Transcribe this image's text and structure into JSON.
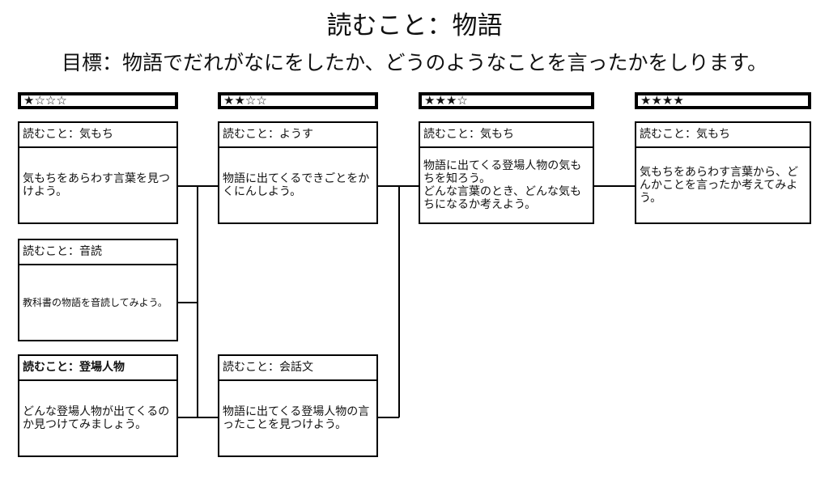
{
  "title": "読むこと：物語",
  "subtitle": "目標：物語でだれがなにをしたか、どうのようなことを言ったかをしります。",
  "levels": [
    "★☆☆☆",
    "★★☆☆",
    "★★★☆",
    "★★★★"
  ],
  "cards": {
    "kimochi1": {
      "header": "読むこと：気もち",
      "body": "気もちをあらわす言葉を見つけよう。"
    },
    "ondoku": {
      "header": "読むこと：音読",
      "body": "教科書の物語を音読してみよう。"
    },
    "toujou": {
      "header": "読むこと：登場人物",
      "body": "どんな登場人物が出てくるのか見つけてみましょう。"
    },
    "yousu": {
      "header": "読むこと：ようす",
      "body": "物語に出てくるできごとをかくにんしよう。"
    },
    "kaiwa": {
      "header": "読むこと：会話文",
      "body": "物語に出てくる登場人物の言ったことを見つけよう。"
    },
    "kimochi3": {
      "header": "読むこと：気もち",
      "body": "物語に出てくる登場人物の気もちを知ろう。\nどんな言葉のとき、どんな気もちになるか考えよう。"
    },
    "kimochi4": {
      "header": "読むこと：気もち",
      "body": "気もちをあらわす言葉から、どんかことを言ったか考えてみよう。"
    }
  }
}
